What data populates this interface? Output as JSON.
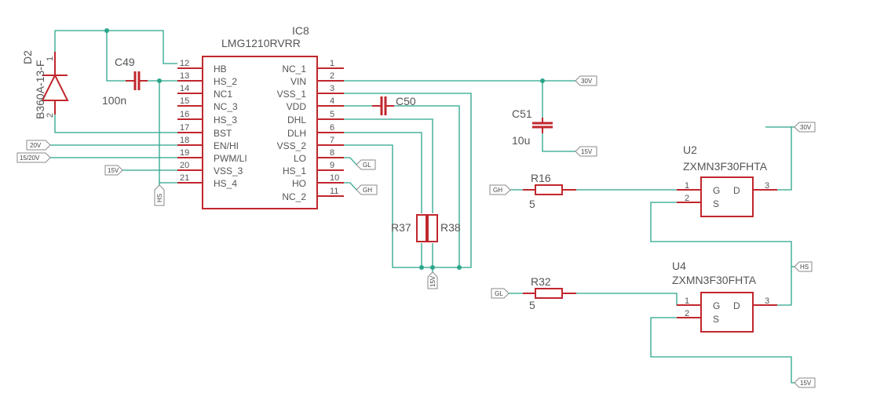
{
  "ic8": {
    "ref": "IC8",
    "value": "LMG1210RVRR",
    "left_pins": [
      {
        "num": "12",
        "name": "HB"
      },
      {
        "num": "13",
        "name": "HS_2"
      },
      {
        "num": "14",
        "name": "NC1"
      },
      {
        "num": "15",
        "name": "NC_3"
      },
      {
        "num": "16",
        "name": "HS_3"
      },
      {
        "num": "17",
        "name": "BST"
      },
      {
        "num": "18",
        "name": "EN/HI"
      },
      {
        "num": "19",
        "name": "PWM/LI"
      },
      {
        "num": "20",
        "name": "VSS_3"
      },
      {
        "num": "21",
        "name": "HS_4"
      }
    ],
    "right_pins": [
      {
        "num": "1",
        "name": "NC_1"
      },
      {
        "num": "2",
        "name": "VIN"
      },
      {
        "num": "3",
        "name": "VSS_1"
      },
      {
        "num": "4",
        "name": "VDD"
      },
      {
        "num": "5",
        "name": "DHL"
      },
      {
        "num": "6",
        "name": "DLH"
      },
      {
        "num": "7",
        "name": "VSS_2"
      },
      {
        "num": "8",
        "name": "LO"
      },
      {
        "num": "9",
        "name": "HS_1"
      },
      {
        "num": "10",
        "name": "HO"
      },
      {
        "num": "11",
        "name": "NC_2"
      }
    ]
  },
  "d2": {
    "ref": "D2",
    "value": "B360A-13-F",
    "pin1": "1",
    "pin2": "2"
  },
  "c49": {
    "ref": "C49",
    "value": "100n"
  },
  "c50": {
    "ref": "C50"
  },
  "c51": {
    "ref": "C51",
    "value": "10u"
  },
  "r16": {
    "ref": "R16",
    "value": "5"
  },
  "r32": {
    "ref": "R32",
    "value": "5"
  },
  "r37": {
    "ref": "R37"
  },
  "r38": {
    "ref": "R38"
  },
  "u2": {
    "ref": "U2",
    "value": "ZXMN3F30FHTA",
    "g": "G",
    "d": "D",
    "s": "S",
    "pin1": "1",
    "pin2": "2",
    "pin3": "3"
  },
  "u4": {
    "ref": "U4",
    "value": "ZXMN3F30FHTA",
    "g": "G",
    "d": "D",
    "s": "S",
    "pin1": "1",
    "pin2": "2",
    "pin3": "3"
  },
  "flags": {
    "f20v": "20V",
    "f1520v": "15/20V",
    "f15v_left": "15V",
    "fhs_left": "HS",
    "fgl_ic": "GL",
    "fgh_ic": "GH",
    "f30v_vin": "30V",
    "f15v_c51": "15V",
    "f15v_r": "15V",
    "fgh_r16": "GH",
    "fgl_r32": "GL",
    "f30v_u2": "30V",
    "fhs_u": "HS",
    "f15v_u4": "15V"
  },
  "colors": {
    "wire": "#2aa58c",
    "part": "#c0272d",
    "text": "#555555"
  }
}
